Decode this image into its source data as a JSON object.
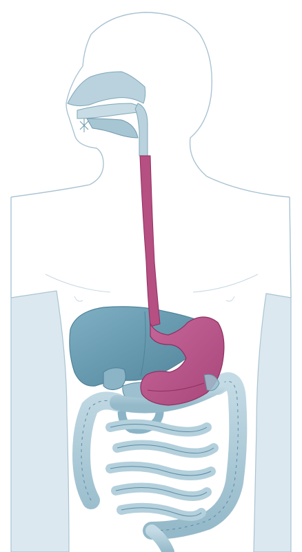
{
  "colors": {
    "background": "#ffffff",
    "body_outline": "#a9c3d2",
    "arm_fill": "#dbe8ef",
    "nasal_fill": "#b9d2dd",
    "organ_fill": "#a7c6d3",
    "organ_stroke": "#5f8ea3",
    "liver_fill": "#6b9db3",
    "liver_dark": "#4f8299",
    "intestine_fill": "#b3d0dc",
    "intestine_stroke": "#5b8aa0",
    "highlight": "#b64f82",
    "highlight_dark": "#8f2f5f"
  },
  "parts": [
    {
      "id": "head",
      "icon": "head-outline-icon",
      "highlighted": false
    },
    {
      "id": "nasal-cavity",
      "icon": "nasal-cavity-icon",
      "highlighted": false
    },
    {
      "id": "oral-cavity",
      "icon": "mouth-icon",
      "highlighted": false
    },
    {
      "id": "pharynx",
      "icon": "pharynx-icon",
      "highlighted": false
    },
    {
      "id": "esophagus",
      "icon": "esophagus-icon",
      "highlighted": true
    },
    {
      "id": "stomach",
      "icon": "stomach-icon",
      "highlighted": true
    },
    {
      "id": "liver",
      "icon": "liver-icon",
      "highlighted": false
    },
    {
      "id": "gallbladder",
      "icon": "gallbladder-icon",
      "highlighted": false
    },
    {
      "id": "pancreas",
      "icon": "pancreas-icon",
      "highlighted": false
    },
    {
      "id": "large-intestine",
      "icon": "colon-icon",
      "highlighted": false
    },
    {
      "id": "small-intestine",
      "icon": "small-intestine-icon",
      "highlighted": false
    }
  ]
}
